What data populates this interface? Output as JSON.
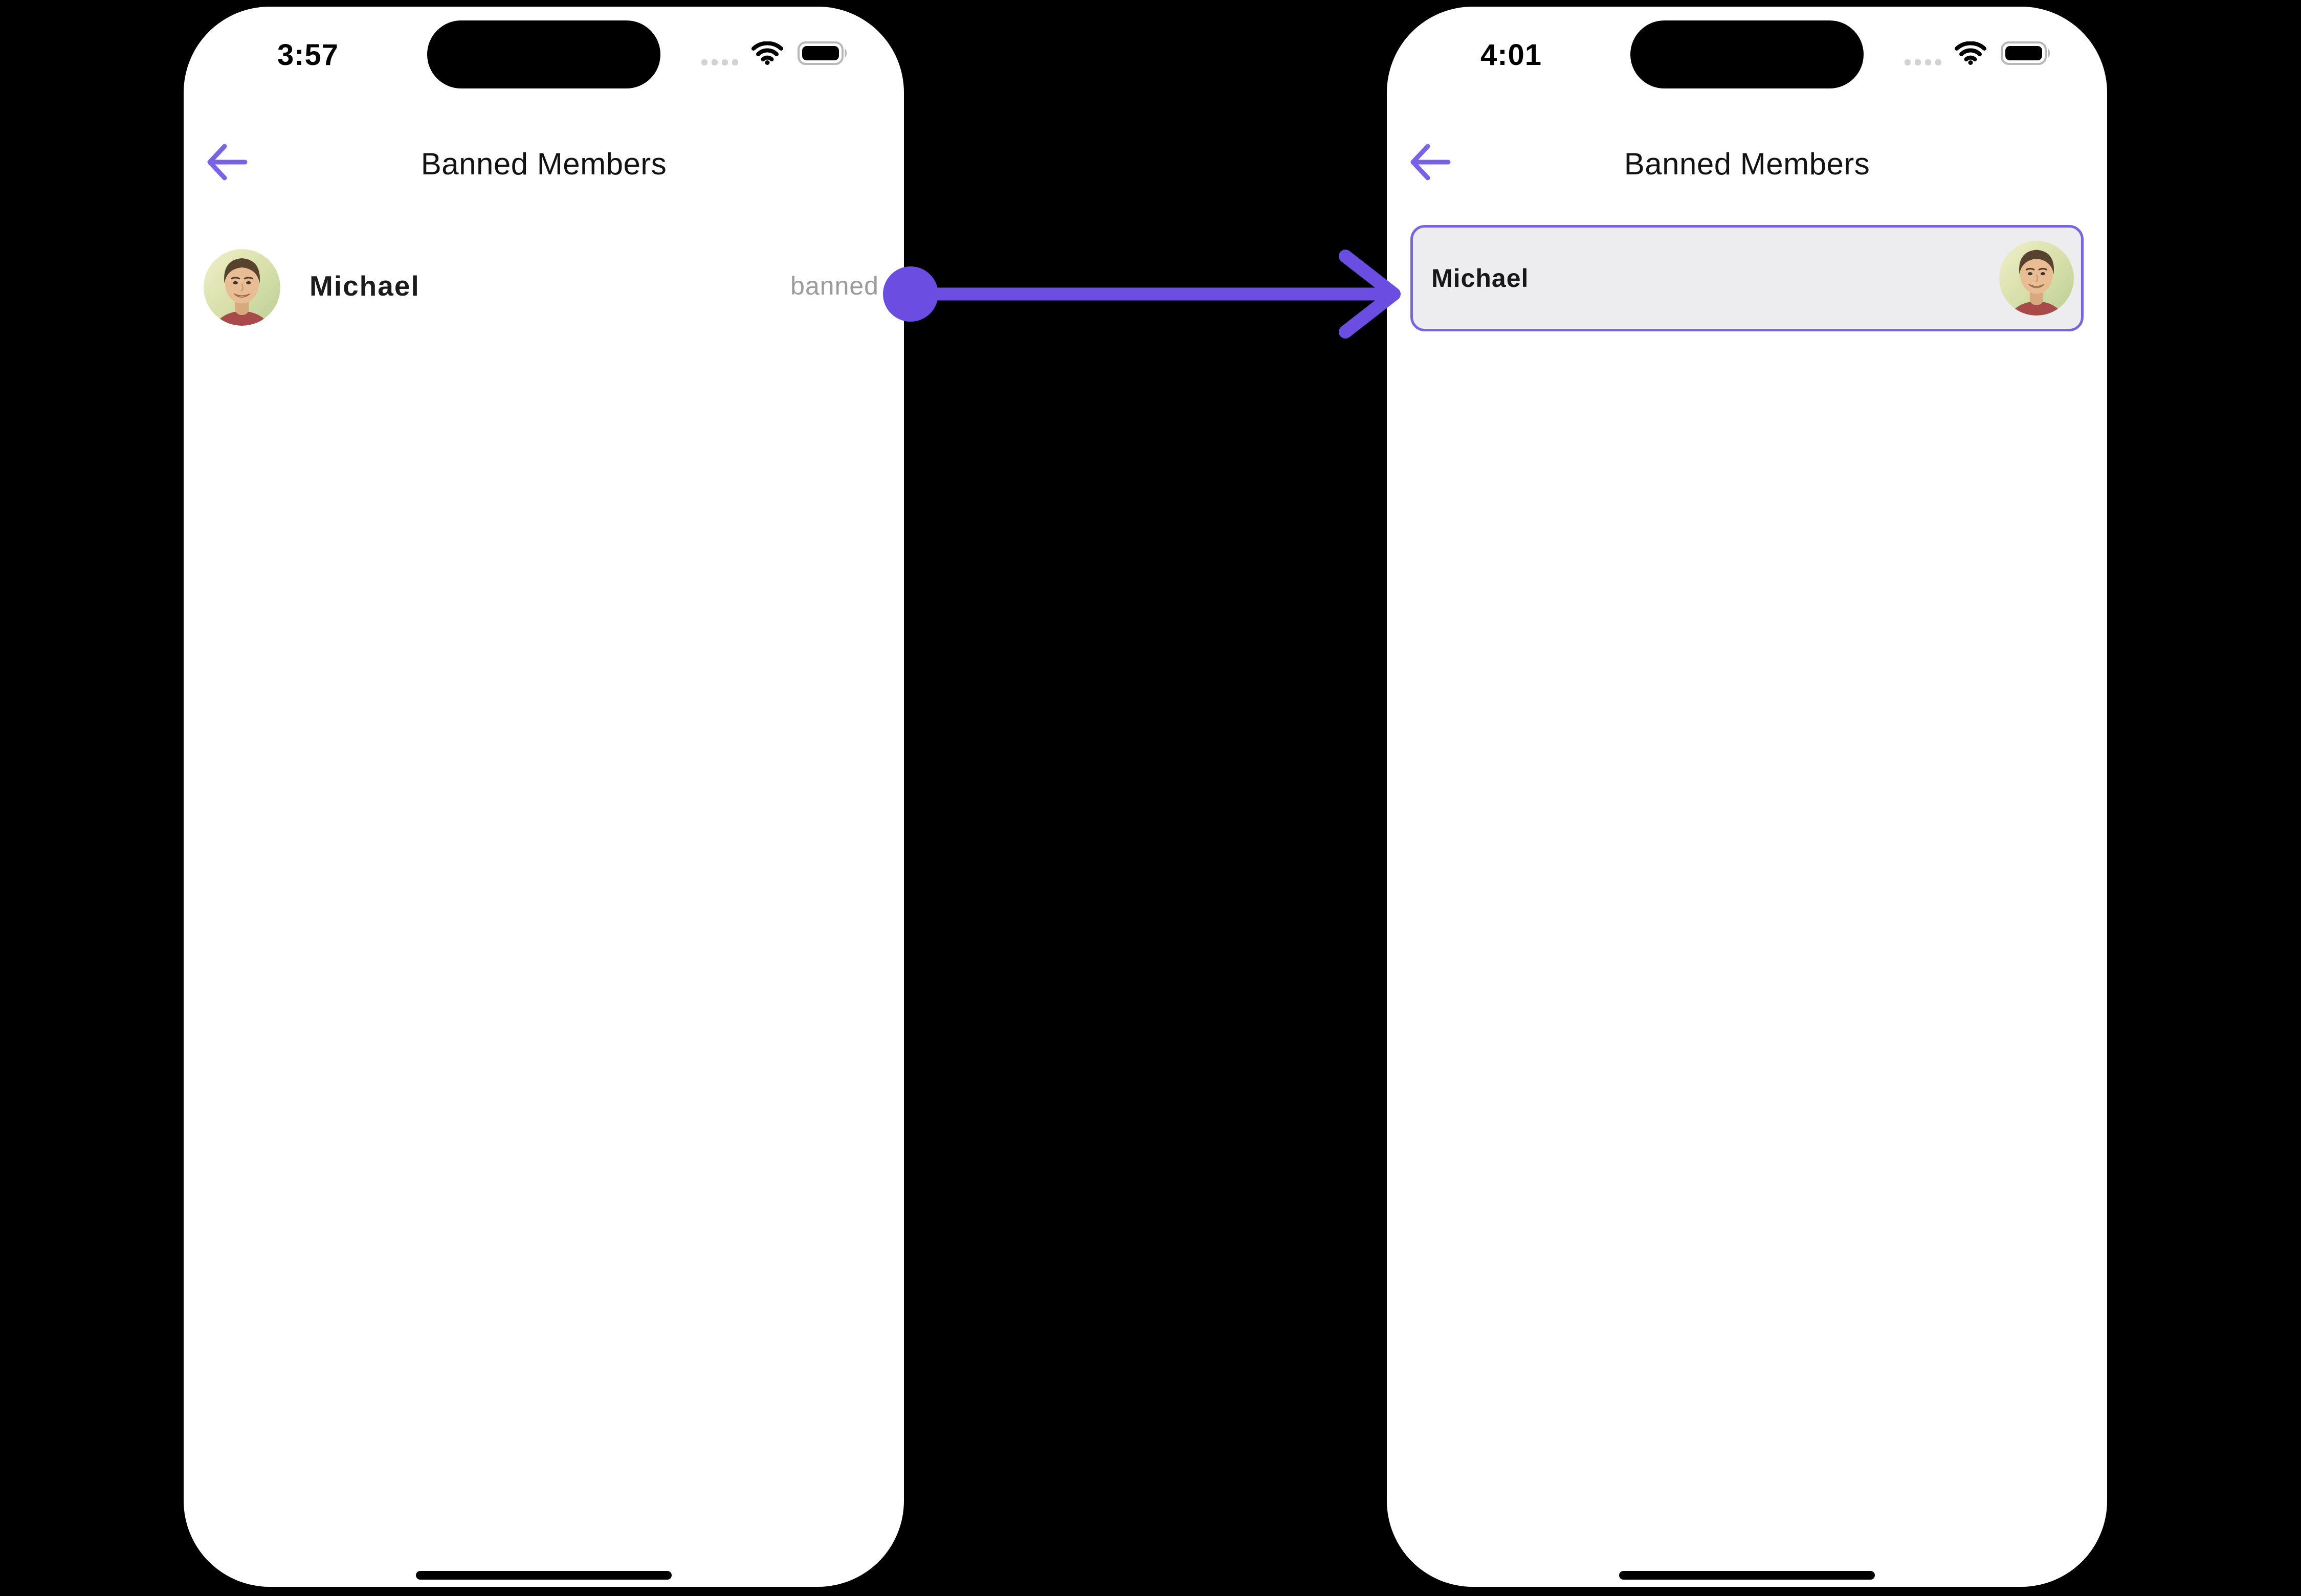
{
  "colors": {
    "canvas_background": "#000000",
    "phone_background": "#FFFFFF",
    "accent_purple": "#6B4EE1",
    "back_arrow_purple": "#7A62E8",
    "card_border": "#7A62E7",
    "card_background": "#EDEDEF",
    "muted_status_text": "#9A9AA0",
    "title_text": "#121212"
  },
  "left_phone": {
    "status_bar": {
      "time": "3:57",
      "signal_icon": "cellular-dots",
      "wifi_icon": "wifi",
      "battery_icon": "battery-full"
    },
    "header": {
      "back_icon": "arrow-left",
      "title": "Banned Members"
    },
    "member_row": {
      "avatar": "michael-photo",
      "name": "Michael",
      "status": "banned"
    }
  },
  "right_phone": {
    "status_bar": {
      "time": "4:01",
      "signal_icon": "cellular-dots",
      "wifi_icon": "wifi",
      "battery_icon": "battery-full"
    },
    "header": {
      "back_icon": "arrow-left",
      "title": "Banned Members"
    },
    "member_card": {
      "name": "Michael",
      "avatar": "michael-photo"
    }
  },
  "annotation": {
    "arrow": "row-to-card-transition",
    "direction": "left-to-right",
    "color": "#6B4EE1"
  }
}
